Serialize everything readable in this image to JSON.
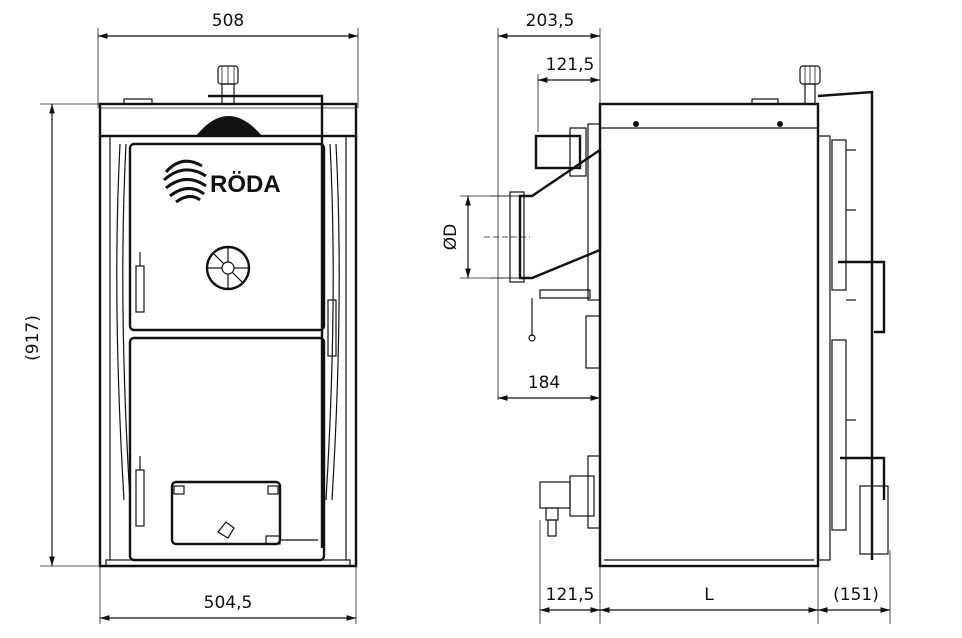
{
  "brand": {
    "name": "RÖDA",
    "logo_icon": "roda-logo-icon"
  },
  "front_view": {
    "top_width": "508",
    "bottom_width": "504,5",
    "height": "(917)"
  },
  "side_view": {
    "total_depth": "203,5",
    "flue_offset": "121,5",
    "flue_diameter": "ØD",
    "flue_height": "184",
    "base_offset": "121,5",
    "length": "L",
    "rear_depth": "(151)"
  }
}
